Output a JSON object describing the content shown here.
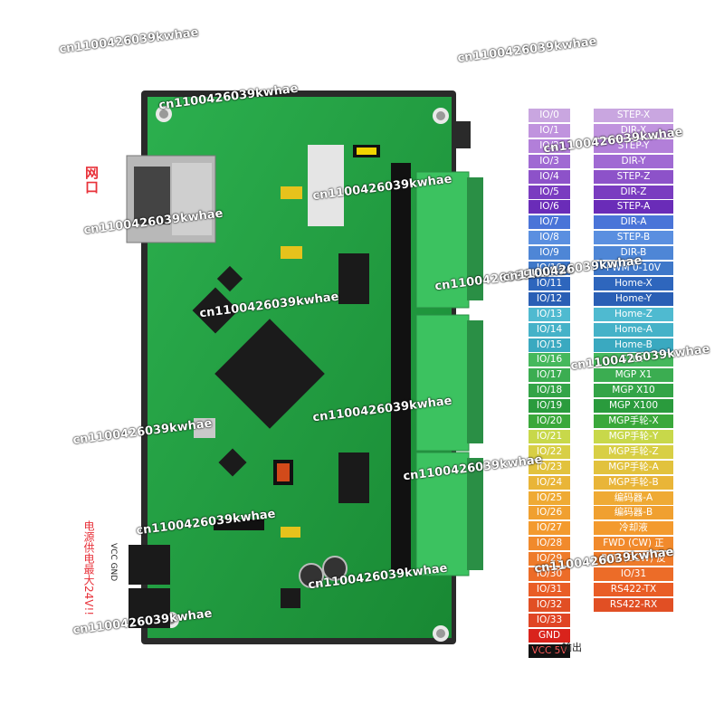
{
  "side_label": "网口",
  "power_note": "电源供电最大24V!!",
  "vcc_gnd": "VCC GND",
  "watermark": "cn1100426039kwhae",
  "io_labels": [
    "IO/0",
    "IO/1",
    "IO/2",
    "IO/3",
    "IO/4",
    "IO/5",
    "IO/6",
    "IO/7",
    "IO/8",
    "IO/9",
    "IO/10",
    "IO/11",
    "IO/12",
    "IO/13",
    "IO/14",
    "IO/15",
    "IO/16",
    "IO/17",
    "IO/18",
    "IO/19",
    "IO/20",
    "IO/21",
    "IO/22",
    "IO/23",
    "IO/24",
    "IO/25",
    "IO/26",
    "IO/27",
    "IO/28",
    "IO/29",
    "IO/30",
    "IO/31",
    "IO/32",
    "IO/33",
    "GND",
    "VCC 5V"
  ],
  "io_colors": [
    "#c9a6e0",
    "#c093de",
    "#b27fd9",
    "#a06ad3",
    "#8d52c9",
    "#7a3cc0",
    "#6a2cb8",
    "#4a74d8",
    "#5a8fe0",
    "#4e86d6",
    "#3f78c9",
    "#2e66bd",
    "#2a5fb5",
    "#4fbad0",
    "#45b2c8",
    "#3aa9c0",
    "#45b85c",
    "#3bad51",
    "#33a447",
    "#2a9b3d",
    "#3aa83a",
    "#c8d84a",
    "#d8cf45",
    "#e2c23d",
    "#e9b538",
    "#efaa34",
    "#f0a030",
    "#f39a2e",
    "#f18a2c",
    "#ee7b2a",
    "#ec6c28",
    "#e95d26",
    "#e14f24",
    "#e04525",
    "#d9231c",
    "#111111"
  ],
  "function_labels": [
    "STEP-X",
    "DIR-X",
    "STEP-Y",
    "DIR-Y",
    "STEP-Z",
    "DIR-Z",
    "STEP-A",
    "DIR-A",
    "STEP-B",
    "DIR-B",
    "PWM 0-10V",
    "Home-X",
    "Home-Y",
    "Home-Z",
    "Home-A",
    "Home-B",
    "STOP",
    "MGP X1",
    "MGP X10",
    "MGP X100",
    "MGP手轮-X",
    "MGP手轮-Y",
    "MGP手轮-Z",
    "MGP手轮-A",
    "MGP手轮-B",
    "编码器-A",
    "编码器-B",
    "冷却液",
    "FWD (CW) 正",
    "REV (CCW) 反",
    "IO/31",
    "RS422-TX",
    "RS422-RX"
  ],
  "function_colors": [
    "#c9a6e0",
    "#c093de",
    "#b27fd9",
    "#a06ad3",
    "#8d52c9",
    "#7a3cc0",
    "#6a2cb8",
    "#4a74d8",
    "#5a8fe0",
    "#4e86d6",
    "#3f78c9",
    "#2e66bd",
    "#2a5fb5",
    "#4fbad0",
    "#45b2c8",
    "#3aa9c0",
    "#45b85c",
    "#3bad51",
    "#33a447",
    "#2a9b3d",
    "#3aa83a",
    "#c8d84a",
    "#d8cf45",
    "#e2c23d",
    "#e9b538",
    "#efaa34",
    "#f0a030",
    "#f39a2e",
    "#f18a2c",
    "#ee7b2a",
    "#ec6c28",
    "#e95d26",
    "#e14f24"
  ],
  "vcc5_suffix": "输出",
  "board_colors": {
    "pcb": "#1f9a3c",
    "pcb_dark": "#167a2e",
    "terminal": "#3cc260",
    "frame": "#2a2a2a"
  }
}
